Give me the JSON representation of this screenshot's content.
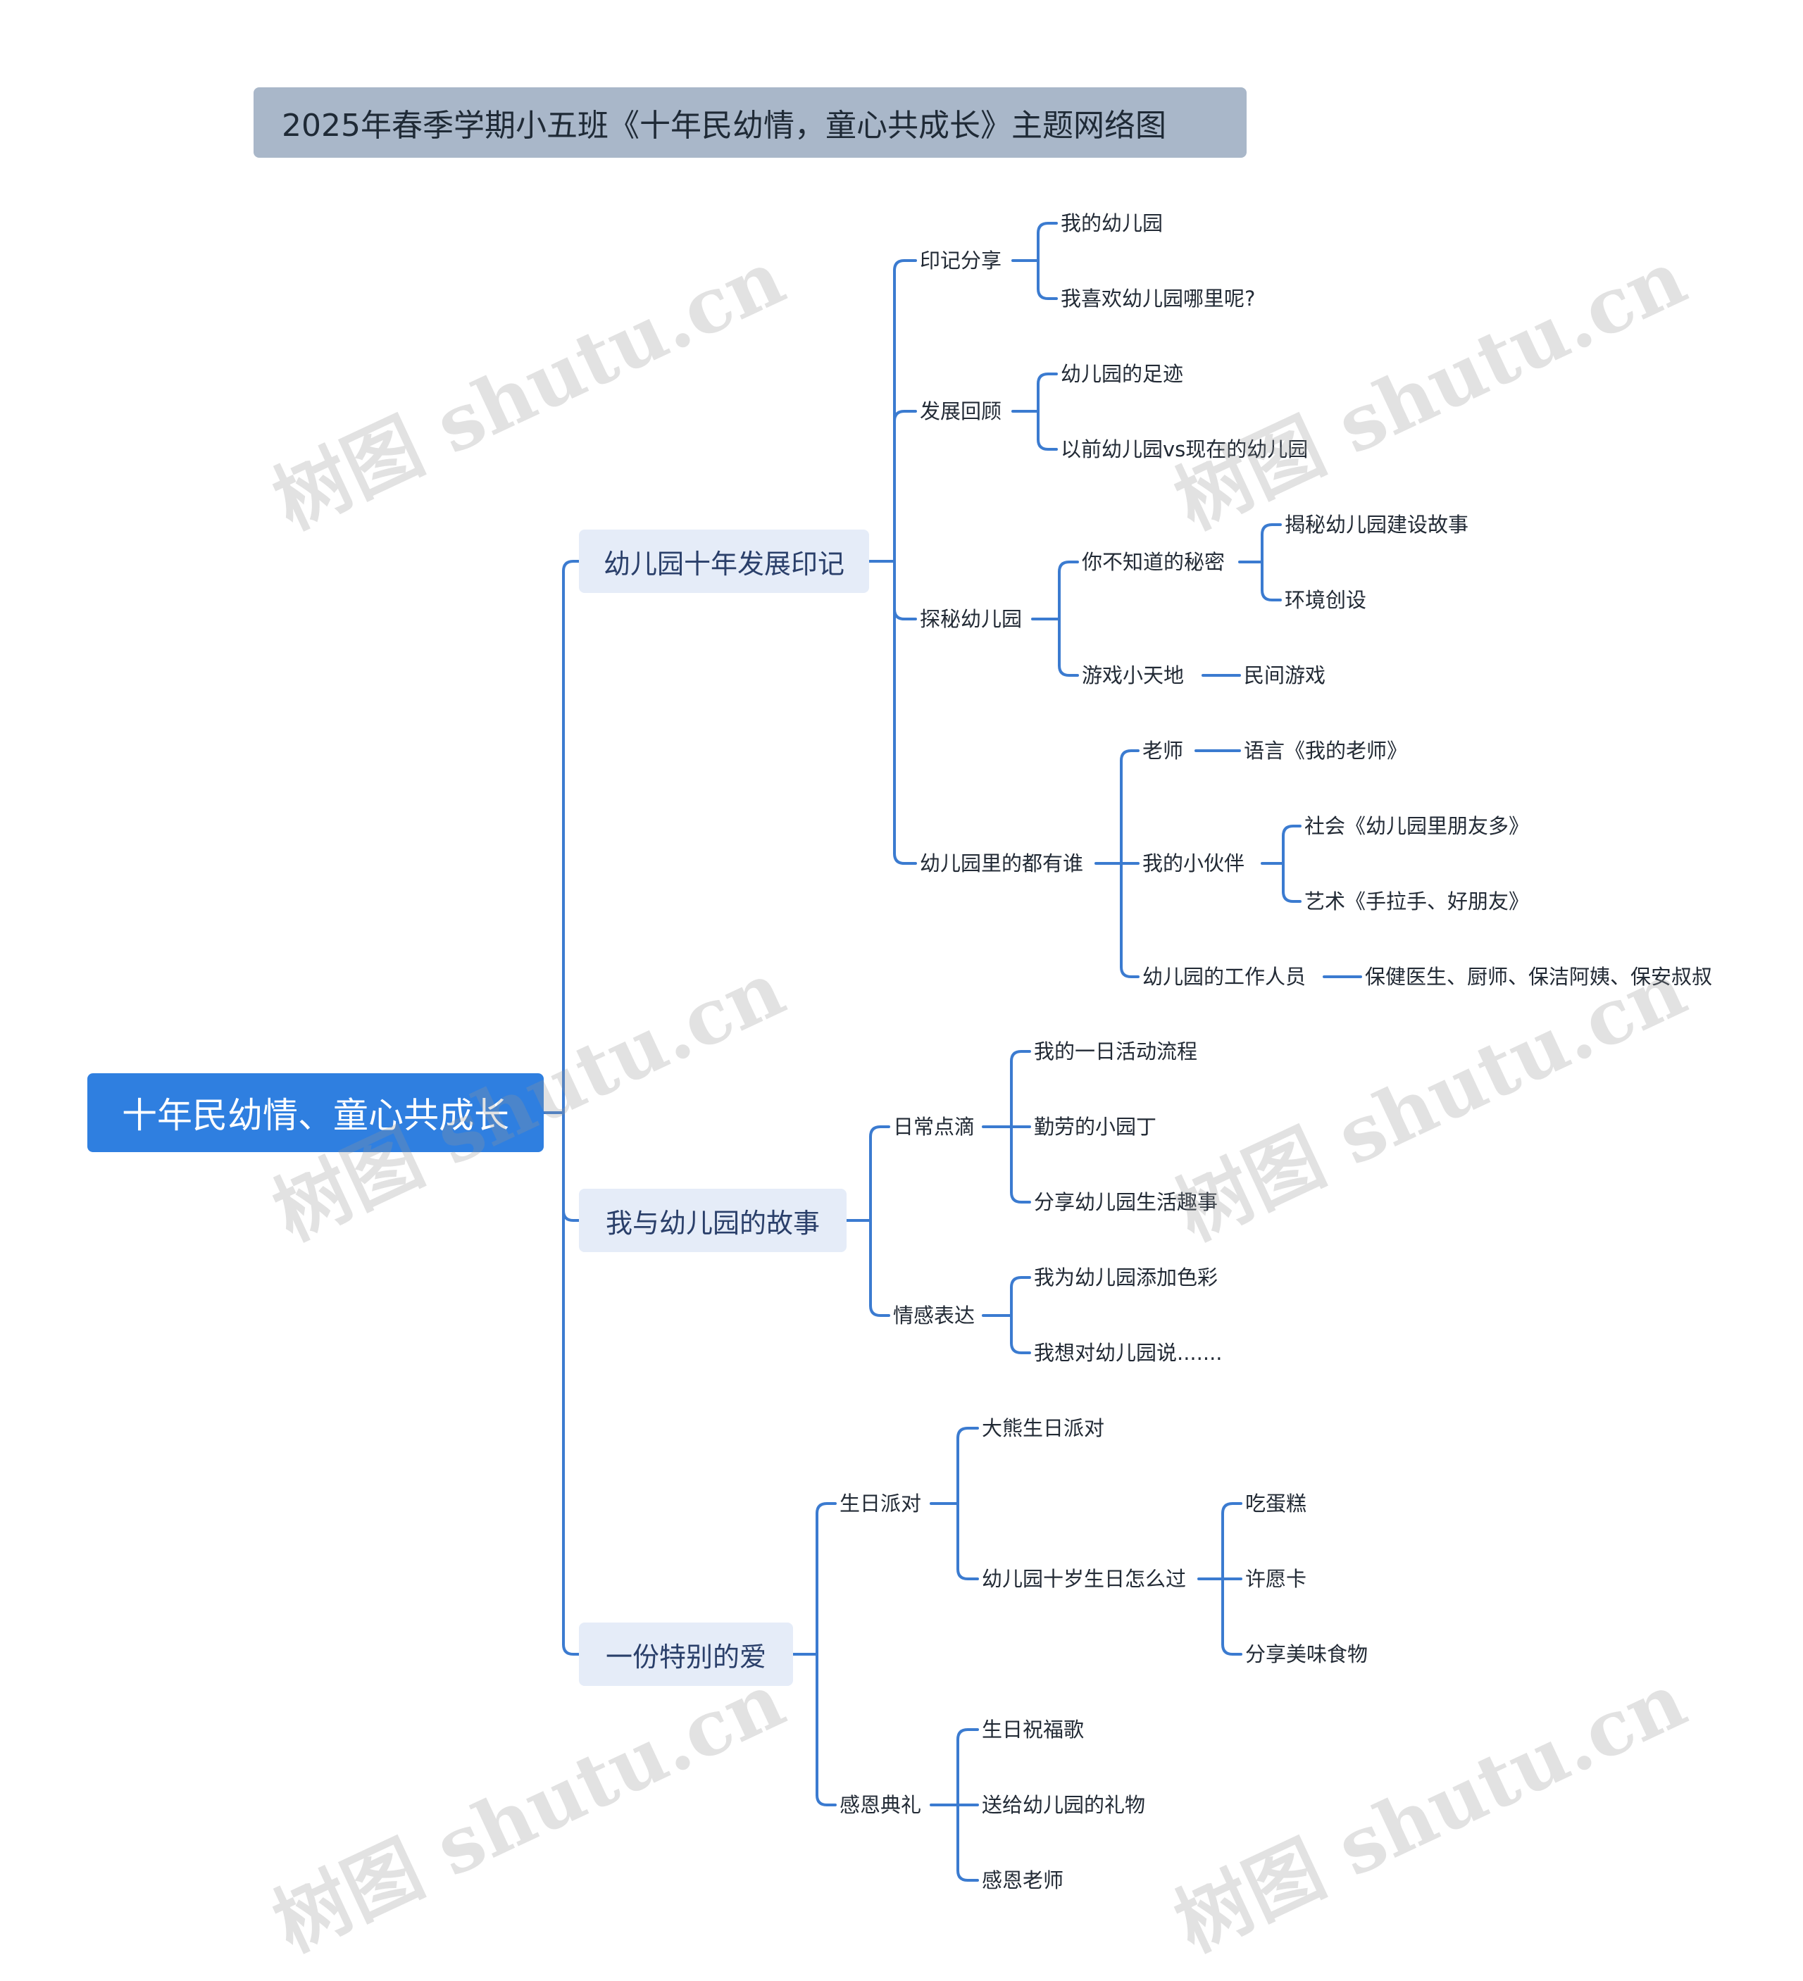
{
  "title": "2025年春季学期小五班《十年民幼情，童心共成长》主题网络图",
  "root": "十年民幼情、童心共成长",
  "watermark": "树图 shutu.cn",
  "branches": [
    {
      "label": "幼儿园十年发展印记",
      "children": [
        {
          "label": "印记分享",
          "children": [
            {
              "label": "我的幼儿园"
            },
            {
              "label": "我喜欢幼儿园哪里呢?"
            }
          ]
        },
        {
          "label": "发展回顾",
          "children": [
            {
              "label": "幼儿园的足迹"
            },
            {
              "label": "以前幼儿园vs现在的幼儿园"
            }
          ]
        },
        {
          "label": "探秘幼儿园",
          "children": [
            {
              "label": "你不知道的秘密",
              "children": [
                {
                  "label": "揭秘幼儿园建设故事"
                },
                {
                  "label": "环境创设"
                }
              ]
            },
            {
              "label": "游戏小天地",
              "children": [
                {
                  "label": "民间游戏"
                }
              ]
            }
          ]
        },
        {
          "label": "幼儿园里的都有谁",
          "children": [
            {
              "label": "老师",
              "children": [
                {
                  "label": "语言《我的老师》"
                }
              ]
            },
            {
              "label": "我的小伙伴",
              "children": [
                {
                  "label": "社会《幼儿园里朋友多》"
                },
                {
                  "label": "艺术《手拉手、好朋友》"
                }
              ]
            },
            {
              "label": "幼儿园的工作人员",
              "children": [
                {
                  "label": "保健医生、厨师、保洁阿姨、保安叔叔"
                }
              ]
            }
          ]
        }
      ]
    },
    {
      "label": "我与幼儿园的故事",
      "children": [
        {
          "label": "日常点滴",
          "children": [
            {
              "label": "我的一日活动流程"
            },
            {
              "label": "勤劳的小园丁"
            },
            {
              "label": "分享幼儿园生活趣事"
            }
          ]
        },
        {
          "label": "情感表达",
          "children": [
            {
              "label": "我为幼儿园添加色彩"
            },
            {
              "label": "我想对幼儿园说......."
            }
          ]
        }
      ]
    },
    {
      "label": "一份特别的爱",
      "children": [
        {
          "label": "生日派对",
          "children": [
            {
              "label": "大熊生日派对"
            },
            {
              "label": "幼儿园十岁生日怎么过",
              "children": [
                {
                  "label": "吃蛋糕"
                },
                {
                  "label": "许愿卡"
                },
                {
                  "label": "分享美味食物"
                }
              ]
            }
          ]
        },
        {
          "label": "感恩典礼",
          "children": [
            {
              "label": "生日祝福歌"
            },
            {
              "label": "送给幼儿园的礼物"
            },
            {
              "label": "感恩老师"
            }
          ]
        }
      ]
    }
  ]
}
